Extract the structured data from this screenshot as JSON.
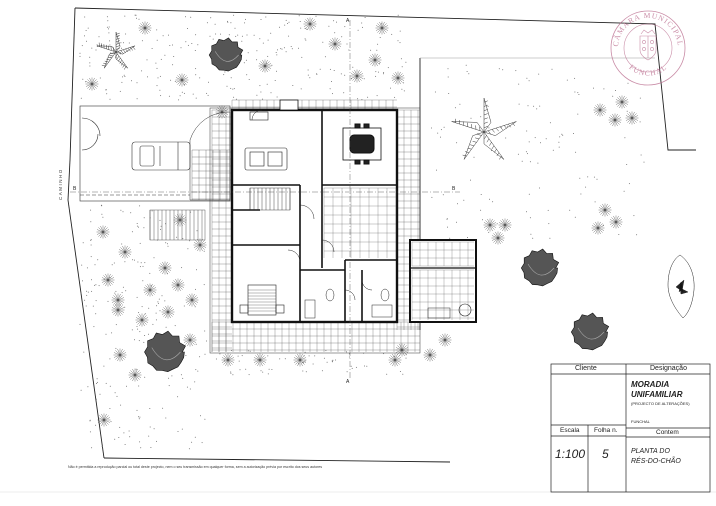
{
  "stamp": {
    "top_text": "CÂMARA MUNICIPAL",
    "bottom_text": "FUNCHAL"
  },
  "street_label": "CAMINHO",
  "section_marks": {
    "a_top": "A",
    "a_bottom": "A",
    "b_right": "B",
    "b_left": "B"
  },
  "title_block": {
    "cliente_label": "Cliente",
    "designacao_label": "Designação",
    "project_title_line1": "MORADIA",
    "project_title_line2": "UNIFAMILIAR",
    "project_subtitle": "(PROJECTO DE ALTERAÇÕES)",
    "location": "FUNCHAL",
    "contem_label": "Contem",
    "escala_label": "Escala",
    "folha_label": "Folha n.",
    "scale_value": "1:100",
    "sheet_number": "5",
    "drawing_title_line1": "PLANTA DO",
    "drawing_title_line2": "RÉS-DO-CHÃO"
  },
  "disclaimer": "Não é permitida a reprodução parcial ou total deste projecto, nem o seu transmissão em qualquer forma, sem a autorização prévia por escrito dos seus autores"
}
